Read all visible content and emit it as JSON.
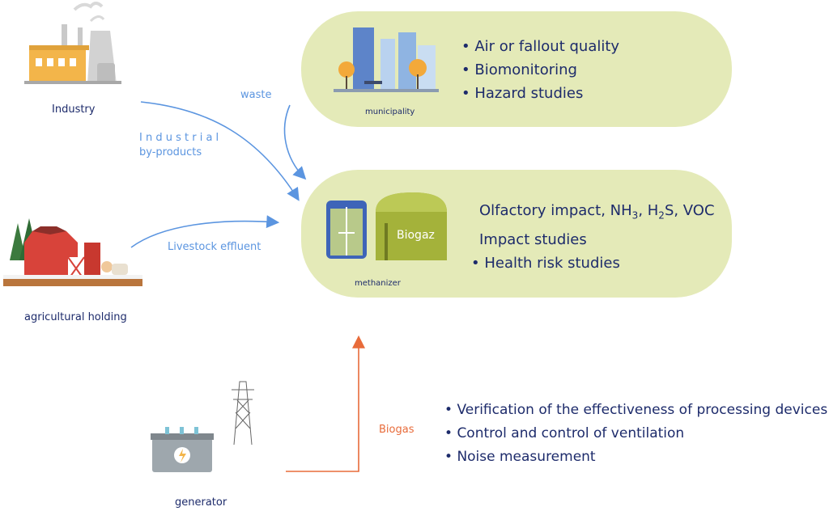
{
  "sources": {
    "industry": "Industry",
    "agricultural_holding": "agricultural holding",
    "generator": "generator"
  },
  "flows": {
    "waste": "waste",
    "industrial_line1": "I n d u s t r i a l",
    "industrial_line2": "by-products",
    "livestock": "Livestock effluent",
    "biogas": "Biogas"
  },
  "municipality": {
    "label": "municipality",
    "items": [
      "Air or fallout quality",
      "Biomonitoring",
      "Hazard studies"
    ]
  },
  "methanizer": {
    "label": "methanizer",
    "tank_label": "Biogaz",
    "olfactory_prefix": "Olfactory impact, NH",
    "nh3_sub": "3",
    "h2s_prefix": ", H",
    "h2s_sub": "2",
    "olfactory_suffix": "S, VOC",
    "impact_studies": "Impact studies",
    "health_risk": "Health risk studies"
  },
  "generator_items": [
    "Verification of the effectiveness of processing devices",
    "Control and control of ventilation",
    "Noise measurement"
  ],
  "colors": {
    "pill_fill": "#e4eab8",
    "text_navy": "#1d2b6b",
    "flow_blue": "#5b95e0",
    "biogas_orange": "#e86b3a"
  }
}
